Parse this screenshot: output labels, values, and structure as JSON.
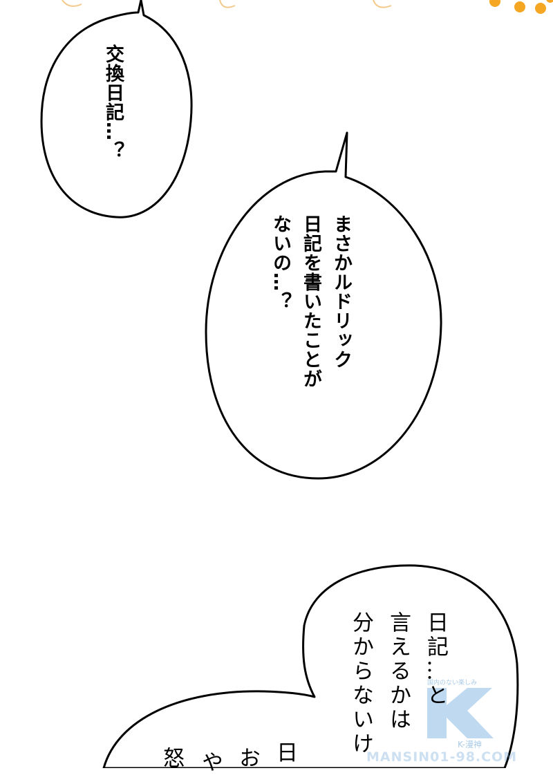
{
  "bubbles": {
    "top_left": {
      "lines": [
        "交換日記…？"
      ]
    },
    "middle": {
      "lines": [
        "まさかルドリック",
        "日記を書いたことが",
        "ないの…？"
      ]
    },
    "bottom": {
      "lines": [
        "日記…と",
        "言えるかは",
        "分からないけ"
      ],
      "partial_lines": [
        "日",
        "お",
        "や",
        "怒"
      ]
    }
  },
  "watermark": {
    "site": "MANSIN01-98.COM",
    "brand": "K-漫神",
    "tagline": "国内のない楽しみ"
  },
  "colors": {
    "outline": "#000000",
    "background": "#ffffff",
    "accent_orange": "#f5a623",
    "watermark_blue": "#6fa8d8"
  }
}
